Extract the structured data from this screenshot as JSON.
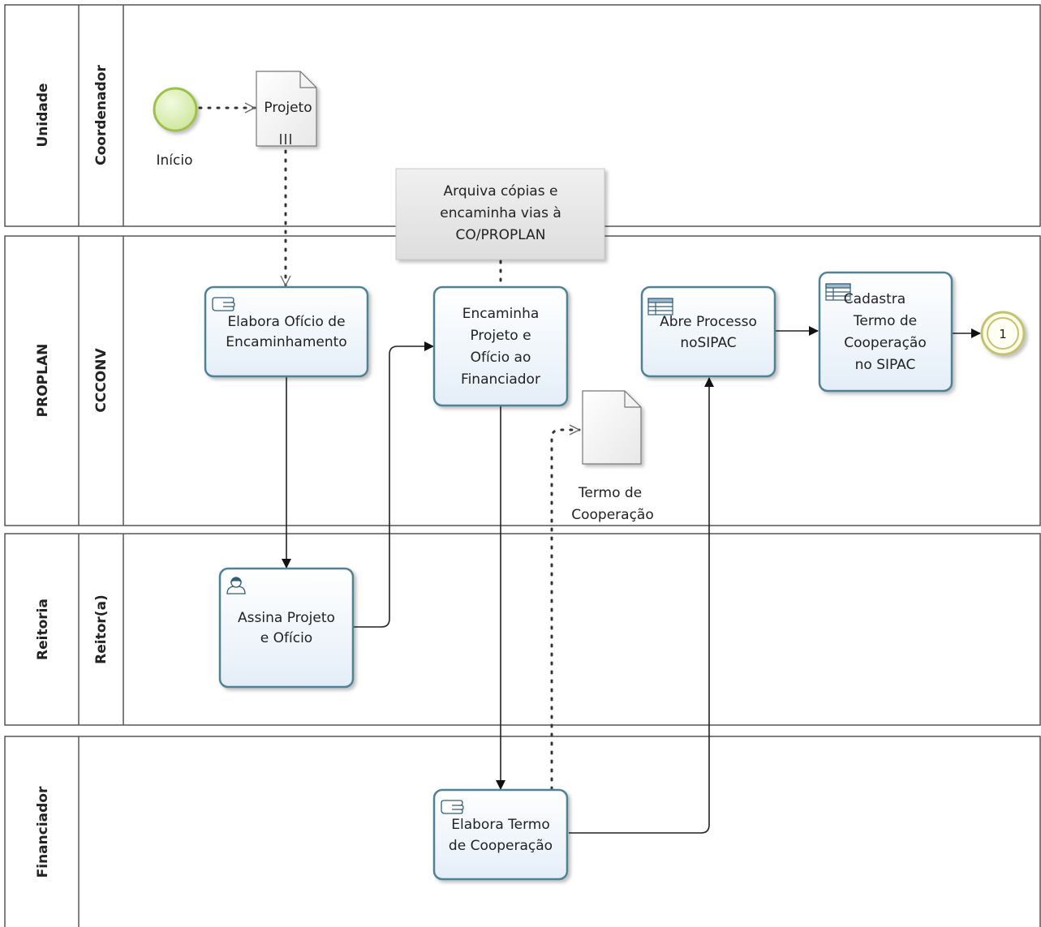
{
  "pools": [
    {
      "id": "unidade",
      "label": "Unidade",
      "lanes": [
        {
          "label": "Coordenador"
        }
      ]
    },
    {
      "id": "proplan",
      "label": "PROPLAN",
      "lanes": [
        {
          "label": "CCCONV"
        }
      ]
    },
    {
      "id": "reitoria",
      "label": "Reitoria",
      "lanes": [
        {
          "label": "Reitor(a)"
        }
      ]
    },
    {
      "id": "financiador",
      "label": "Financiador",
      "lanes": []
    }
  ],
  "events": {
    "start": {
      "label": "Início"
    },
    "end_link": {
      "label": "1"
    }
  },
  "data_objects": {
    "projeto": {
      "label": "Projeto",
      "marker": "collection-marker"
    },
    "termo": {
      "lines": [
        "Termo de",
        "Cooperação"
      ]
    }
  },
  "annotation": {
    "lines": [
      "Arquiva cópias e",
      "encaminha vias à",
      "CO/PROPLAN"
    ]
  },
  "tasks": {
    "elabora_oficio": {
      "lines": [
        "Elabora Ofício de",
        "Encaminhamento"
      ],
      "icon": "manual-task-icon"
    },
    "encaminha": {
      "lines": [
        "Encaminha",
        "Projeto e",
        "Ofício ao",
        "Financiador"
      ],
      "icon": ""
    },
    "abre_processo": {
      "lines": [
        "Abre Processo",
        "noSIPAC"
      ],
      "icon": "business-rule-icon"
    },
    "cadastra_termo": {
      "lines": [
        "Cadastra",
        "Termo de",
        "Cooperação",
        "no SIPAC"
      ],
      "icon": "business-rule-icon"
    },
    "assina": {
      "lines": [
        "Assina Projeto",
        "e Ofício"
      ],
      "icon": "user-task-icon"
    },
    "elabora_termo": {
      "lines": [
        "Elabora Termo",
        "de Cooperação"
      ],
      "icon": "manual-task-icon"
    }
  },
  "colors": {
    "task_fill": "#eef4fa",
    "task_stroke": "#4f8296",
    "start_fill": "#d7eda8",
    "start_stroke": "#9cc24a",
    "end_stroke": "#c4c270",
    "end_fill": "#fbfbe6",
    "lane_stroke": "#555555",
    "annotation_fill": "#e4e4e4"
  }
}
